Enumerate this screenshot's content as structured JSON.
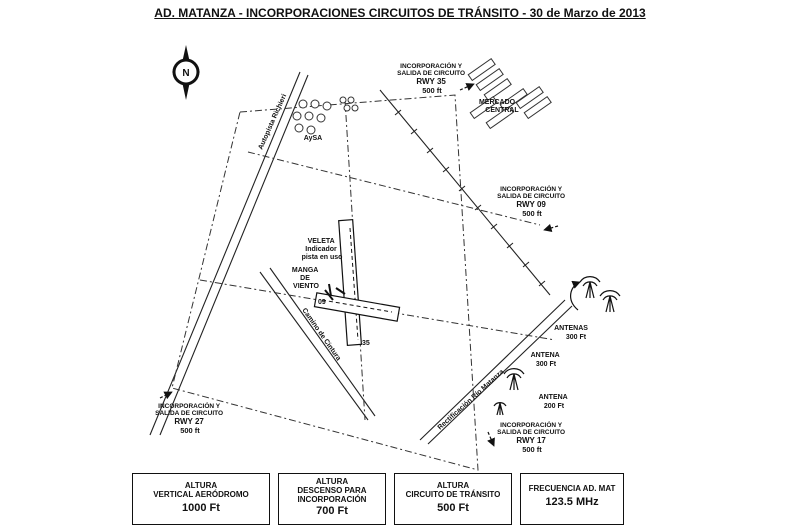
{
  "title": "AD. MATANZA  -  INCORPORACIONES CIRCUITOS DE TRÁNSITO - 30 de Marzo de 2013",
  "compass": "N",
  "places": {
    "aysa": "AySA",
    "mercado": [
      "MERCADO",
      "CENTRAL"
    ],
    "veleta": [
      "VELETA",
      "Indicador",
      "pista en uso"
    ],
    "manga": [
      "MANGA",
      "DE",
      "VIENTO"
    ]
  },
  "roads": {
    "autopista": "Autopista Richieri",
    "camino": "Camino de Cintura",
    "rectificacion": "Rectificación Río Matanza"
  },
  "runways": {
    "r35": "35",
    "r09": "09"
  },
  "entries": {
    "rwy35": [
      "INCORPORACIÓN Y",
      "SALIDA DE CIRCUITO",
      "RWY 35",
      "500 ft"
    ],
    "rwy09": [
      "INCORPORACIÓN Y",
      "SALIDA DE CIRCUITO",
      "RWY 09",
      "500 ft"
    ],
    "rwy27": [
      "INCORPORACIÓN Y",
      "SALIDA DE CIRCUITO",
      "RWY 27",
      "500 ft"
    ],
    "rwy17": [
      "INCORPORACIÓN Y",
      "SALIDA DE CIRCUITO",
      "RWY 17",
      "500 ft"
    ]
  },
  "antennas": {
    "a1": [
      "ANTENAS",
      "300 Ft"
    ],
    "a2": [
      "ANTENA",
      "300 Ft"
    ],
    "a3": [
      "ANTENA",
      "200 Ft"
    ]
  },
  "boxes": [
    {
      "label": [
        "ALTURA",
        "VERTICAL AERÓDROMO"
      ],
      "value": "1000 Ft"
    },
    {
      "label": [
        "ALTURA",
        "DESCENSO PARA",
        "INCORPORACIÓN"
      ],
      "value": "700 Ft"
    },
    {
      "label": [
        "ALTURA",
        "CIRCUITO DE TRÁNSITO"
      ],
      "value": "500 Ft"
    },
    {
      "label": [
        "FRECUENCIA AD. MAT"
      ],
      "value": "123.5 MHz"
    }
  ]
}
